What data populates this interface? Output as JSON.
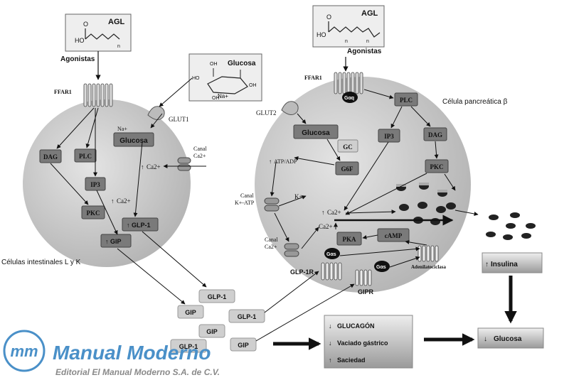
{
  "labels": {
    "agl": "AGL",
    "agonistas": "Agonistas",
    "glucosa_box": "Glucosa",
    "na_plus": "Na+",
    "ffar1": "FFAR1",
    "glut1": "GLUT1",
    "glut2": "GLUT2",
    "canal": "Canal",
    "ca2": "Ca2+",
    "canal_katp_line1": "Canal",
    "canal_katp_line2": "K+-ATP",
    "k_plus": "K+",
    "atp_adp": "ATP/ADP",
    "ho": "HO",
    "oh": "OH",
    "n": "n",
    "o": "O",
    "gaq": "Gαq",
    "gas": "Gαs",
    "celula_beta": "Célula pancreática β",
    "celulas_intestinales": "Células intestinales L y K",
    "glp1r": "GLP-1R",
    "gipr": "GIPR",
    "adenilato": "Adenilatociclasa",
    "insulina": "Insulina",
    "glucosa_out": "Glucosa"
  },
  "intestinal_cell_boxes": {
    "glucosa": "Glucosa",
    "dag": "DAG",
    "plc": "PLC",
    "ip3": "IP3",
    "pkc": "PKC",
    "glp1": "GLP-1",
    "gip": "GIP"
  },
  "beta_cell_boxes": {
    "plc": "PLC",
    "ip3": "IP3",
    "dag": "DAG",
    "pkc": "PKC",
    "glucosa": "Glucosa",
    "gc": "GC",
    "g6f": "G6F",
    "pka": "PKA",
    "camp": "cAMP"
  },
  "hormone_boxes": {
    "glp1_a": "GLP-1",
    "gip_a": "GIP",
    "glp1_b": "GLP-1",
    "gip_b": "GIP",
    "glp1_c": "GLP-1",
    "gip_c": "GIP"
  },
  "effects": [
    "GLUCAGÓN",
    "Vaciado gástrico",
    "Saciedad"
  ],
  "effect_arrows": [
    "↓",
    "↓",
    "↑"
  ],
  "up_arrow": "↑",
  "down_arrow": "↓",
  "logo": {
    "title": "Manual Moderno",
    "subtitle": "Editorial El Manual Moderno S.A. de C.V.",
    "mark": "mm"
  },
  "colors": {
    "cell_fill": "#c8c8c8",
    "box_dark": "#7a7a7a",
    "box_light": "#cfcfcf",
    "logo_blue": "#4a90c8"
  }
}
